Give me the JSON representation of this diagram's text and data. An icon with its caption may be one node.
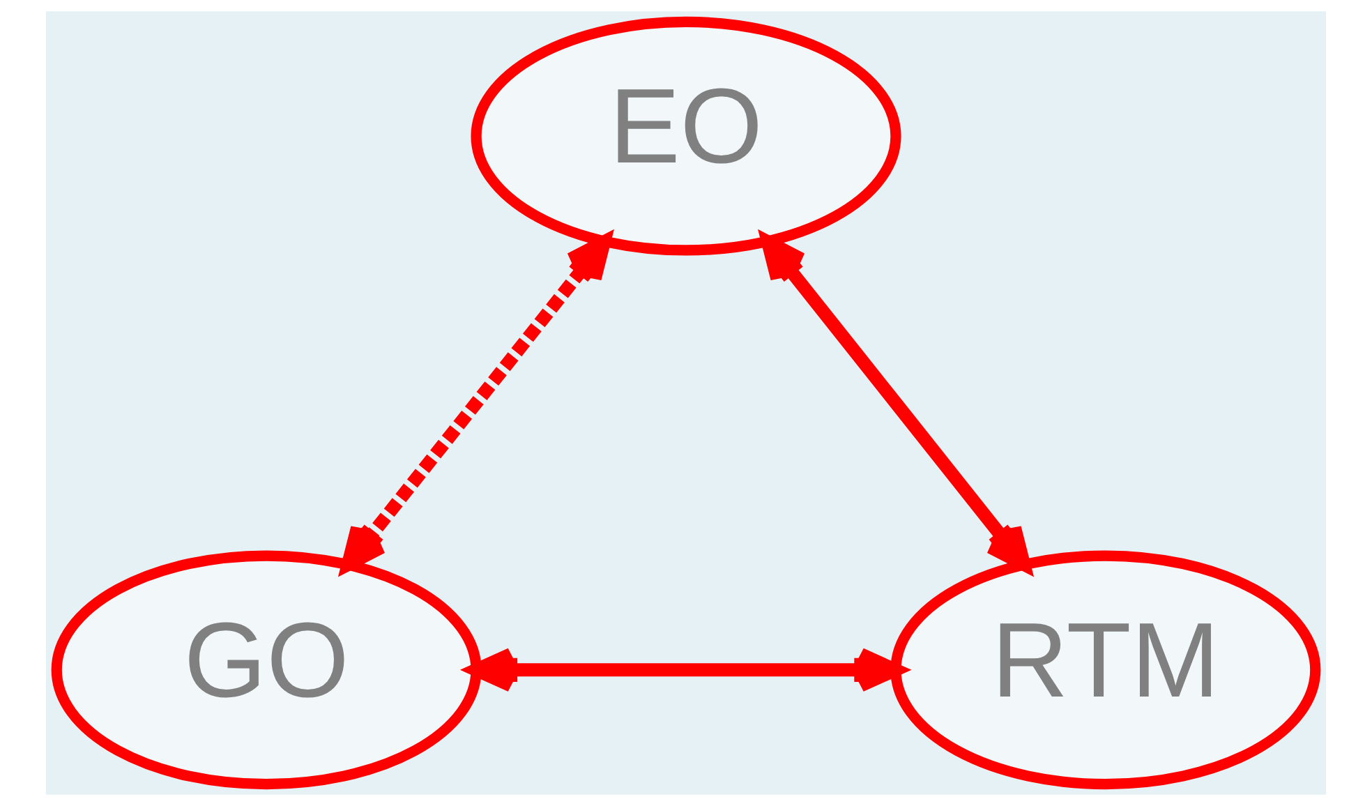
{
  "diagram": {
    "nodes": [
      {
        "text": [
          "EO"
        ]
      },
      {
        "text": [
          "GO"
        ]
      },
      {
        "text": [
          "RTM"
        ]
      }
    ],
    "edges": [
      {
        "from": 0,
        "to": 1,
        "arrow": "both",
        "style": "dashed"
      },
      {
        "from": 0,
        "to": 2,
        "arrow": "both"
      },
      {
        "from": 1,
        "to": 2,
        "arrow": "both"
      }
    ]
  }
}
